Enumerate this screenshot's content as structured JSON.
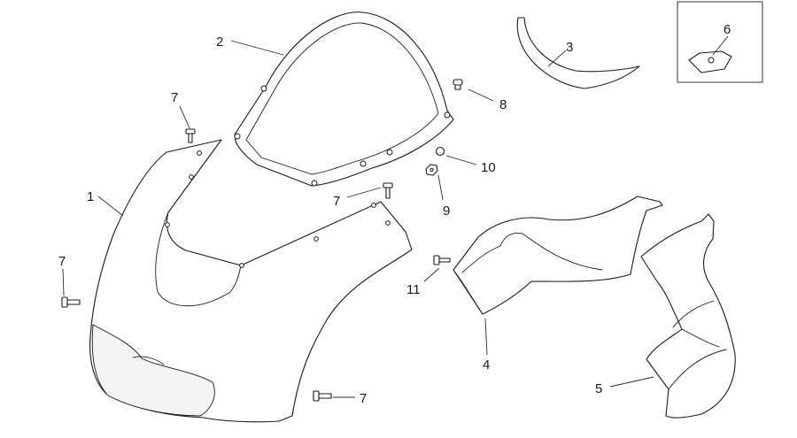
{
  "callouts": [
    {
      "id": "1",
      "text": "1"
    },
    {
      "id": "2",
      "text": "2"
    },
    {
      "id": "3",
      "text": "3"
    },
    {
      "id": "4",
      "text": "4"
    },
    {
      "id": "5",
      "text": "5"
    },
    {
      "id": "6",
      "text": "6"
    },
    {
      "id": "7a",
      "text": "7"
    },
    {
      "id": "7b",
      "text": "7"
    },
    {
      "id": "7c",
      "text": "7"
    },
    {
      "id": "7d",
      "text": "7"
    },
    {
      "id": "8",
      "text": "8"
    },
    {
      "id": "9",
      "text": "9"
    },
    {
      "id": "10",
      "text": "10"
    },
    {
      "id": "11",
      "text": "11"
    }
  ],
  "colors": {
    "line": "#1a1a1a",
    "background": "#ffffff"
  }
}
